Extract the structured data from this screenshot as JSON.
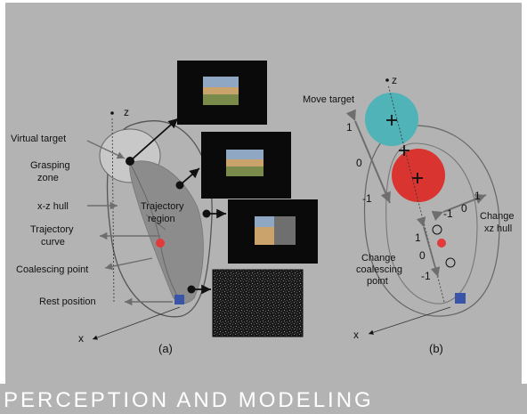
{
  "panel_a": {
    "axis_z": "z",
    "axis_x": "x",
    "label_virtual_target": "Virtual target",
    "label_grasping_zone_1": "Grasping",
    "label_grasping_zone_2": "zone",
    "label_xz_hull": "x-z hull",
    "label_trajectory_curve_1": "Trajectory",
    "label_trajectory_curve_2": "curve",
    "label_coalescing_point": "Coalescing point",
    "label_rest_position": "Rest position",
    "label_trajectory_region_1": "Trajectory",
    "label_trajectory_region_2": "region",
    "caption": "(a)"
  },
  "panel_b": {
    "axis_z": "z",
    "axis_x": "x",
    "label_move_target": "Move target",
    "label_change_xz_hull_1": "Change",
    "label_change_xz_hull_2": "xz hull",
    "label_change_coalescing_1": "Change",
    "label_change_coalescing_2": "coalescing",
    "label_change_coalescing_3": "point",
    "target_scale": [
      "1",
      "0",
      "-1"
    ],
    "hull_scale": [
      "-1",
      "0",
      "1"
    ],
    "coalescing_scale": [
      "1",
      "0",
      "-1"
    ],
    "caption": "(b)"
  },
  "colors": {
    "panel_bg": "#b3b3b3",
    "region_fill": "#8c8c8c",
    "target_cyan": "#4fb3b8",
    "target_red": "#d9342f",
    "rest_blue": "#3a55a8",
    "coalescing_red": "#e23a3a",
    "thumbnail_bg": "#0a0a0a",
    "title_text": "#ffffff"
  },
  "footer": {
    "section_title": "PERCEPTION AND MODELING"
  }
}
